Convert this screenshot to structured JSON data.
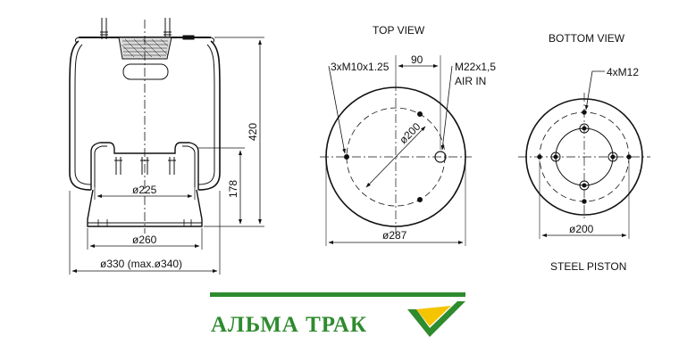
{
  "side_view": {
    "height": "420",
    "piston_height": "178",
    "dia_225": "ø225",
    "dia_260": "ø260",
    "dia_330": "ø330 (max.ø340)"
  },
  "top_view": {
    "title": "TOP VIEW",
    "studs": "3xM10x1.25",
    "offset": "90",
    "air_port": "M22x1,5",
    "air_in": "AIR IN",
    "bolt_circle": "ø200",
    "diameter": "ø287"
  },
  "bottom_view": {
    "title": "BOTTOM VIEW",
    "holes": "4xM12",
    "diameter": "ø200",
    "caption": "STEEL PISTON"
  },
  "brand": {
    "name": "АЛЬМА ТРАК",
    "color_primary": "#2e8b2e",
    "color_accent": "#f5c400"
  }
}
